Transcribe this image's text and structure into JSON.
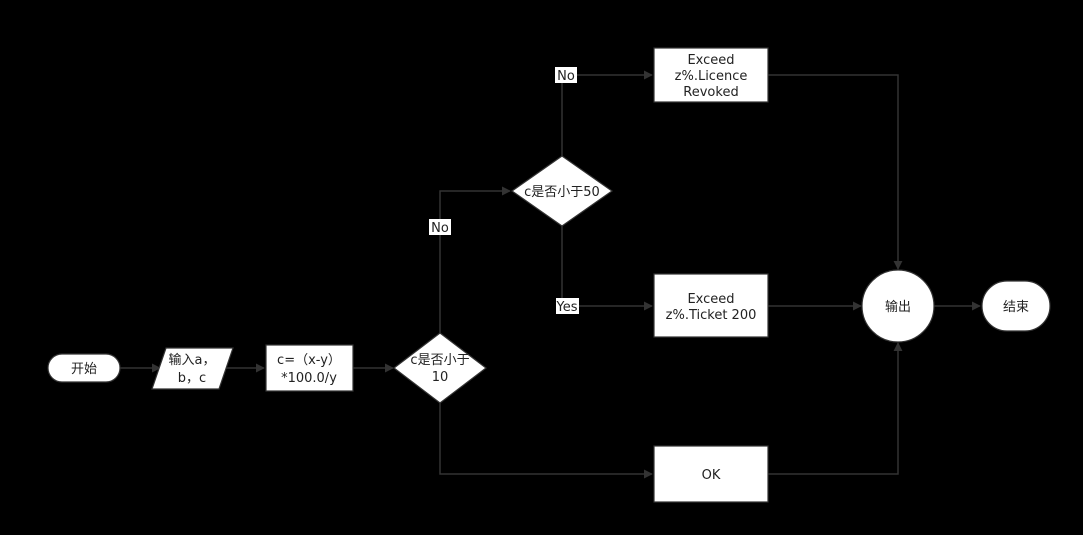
{
  "colors": {
    "background": "#000000",
    "node_fill": "#ffffff",
    "stroke": "#333333",
    "text": "#222222"
  },
  "nodes": {
    "start": {
      "lines": [
        "开始"
      ]
    },
    "input": {
      "lines": [
        "输入a，",
        "b，c"
      ]
    },
    "compute": {
      "lines": [
        "c=（x-y）",
        "*100.0/y"
      ]
    },
    "decision_10": {
      "lines": [
        "c是否小于",
        "10"
      ]
    },
    "decision_50": {
      "lines": [
        "c是否小于50"
      ]
    },
    "revoked": {
      "lines": [
        "Exceed",
        "z%.Licence",
        "Revoked"
      ]
    },
    "ticket": {
      "lines": [
        "Exceed",
        "z%.Ticket 200"
      ]
    },
    "ok": {
      "lines": [
        "OK"
      ]
    },
    "output": {
      "lines": [
        "输出"
      ]
    },
    "end": {
      "lines": [
        "结束"
      ]
    }
  },
  "edge_labels": {
    "d50_no": "No",
    "d10_no": "No",
    "d50_yes": "Yes"
  }
}
